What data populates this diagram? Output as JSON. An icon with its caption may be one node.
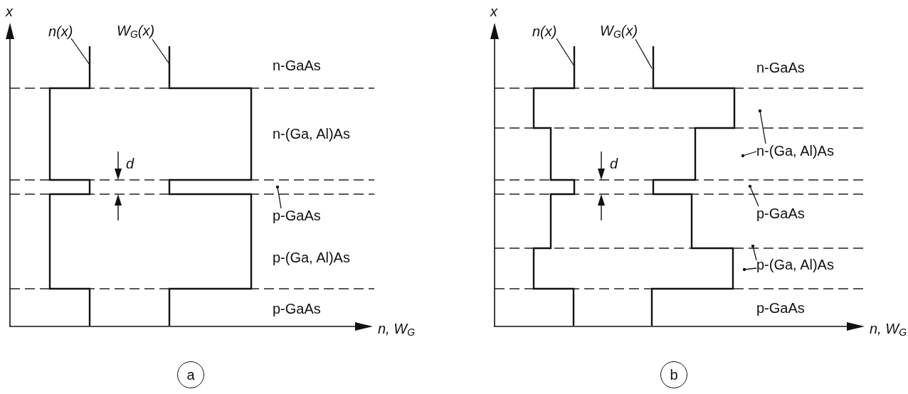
{
  "diagram": {
    "nodes": [
      {
        "text": [
          "n(x)"
        ]
      },
      {
        "text": [
          "W$_{G}$(x)"
        ]
      },
      {
        "text": [
          "p-GaAs"
        ]
      },
      {
        "text": [
          "a"
        ]
      },
      {
        "text": [
          "n(x)"
        ]
      },
      {
        "text": [
          "W$_{G}$(x)"
        ]
      },
      {
        "text": [
          "n-(Ga, Al)As"
        ]
      },
      {
        "text": [
          "p-GaAs"
        ]
      },
      {
        "text": [
          "p-(Ga, Al)As"
        ]
      },
      {
        "text": [
          "b"
        ]
      },
      {
        "text": [],
        "shape": "line"
      },
      {
        "text": [],
        "shape": "line"
      },
      {
        "text": [],
        "shape": "line"
      },
      {
        "text": [],
        "shape": "line"
      }
    ],
    "edges": [
      {
        "from": 0,
        "to": 10,
        "arrow": "none"
      },
      {
        "from": 1,
        "to": 11,
        "arrow": "none"
      },
      {
        "from": 2,
        "to": null,
        "arrow": "other"
      },
      {
        "from": 4,
        "to": 12,
        "arrow": "none"
      },
      {
        "from": 5,
        "to": 13,
        "arrow": "none"
      },
      {
        "from": 6,
        "to": null,
        "arrow": "other"
      },
      {
        "from": 6,
        "to": null,
        "arrow": "other"
      },
      {
        "from": 7,
        "to": null,
        "arrow": "other"
      },
      {
        "from": 8,
        "to": null,
        "arrow": "other"
      },
      {
        "from": 8,
        "to": null,
        "arrow": "other"
      }
    ],
    "labels": [
      "x",
      "n-GaAs",
      "n-(Ga, Al)As",
      "d",
      "p-(Ga, Al)As",
      "p-GaAs",
      "n, W$_{G}$",
      "x",
      "n-GaAs",
      "d",
      "p-GaAs",
      "n, W$_{G}$"
    ]
  }
}
